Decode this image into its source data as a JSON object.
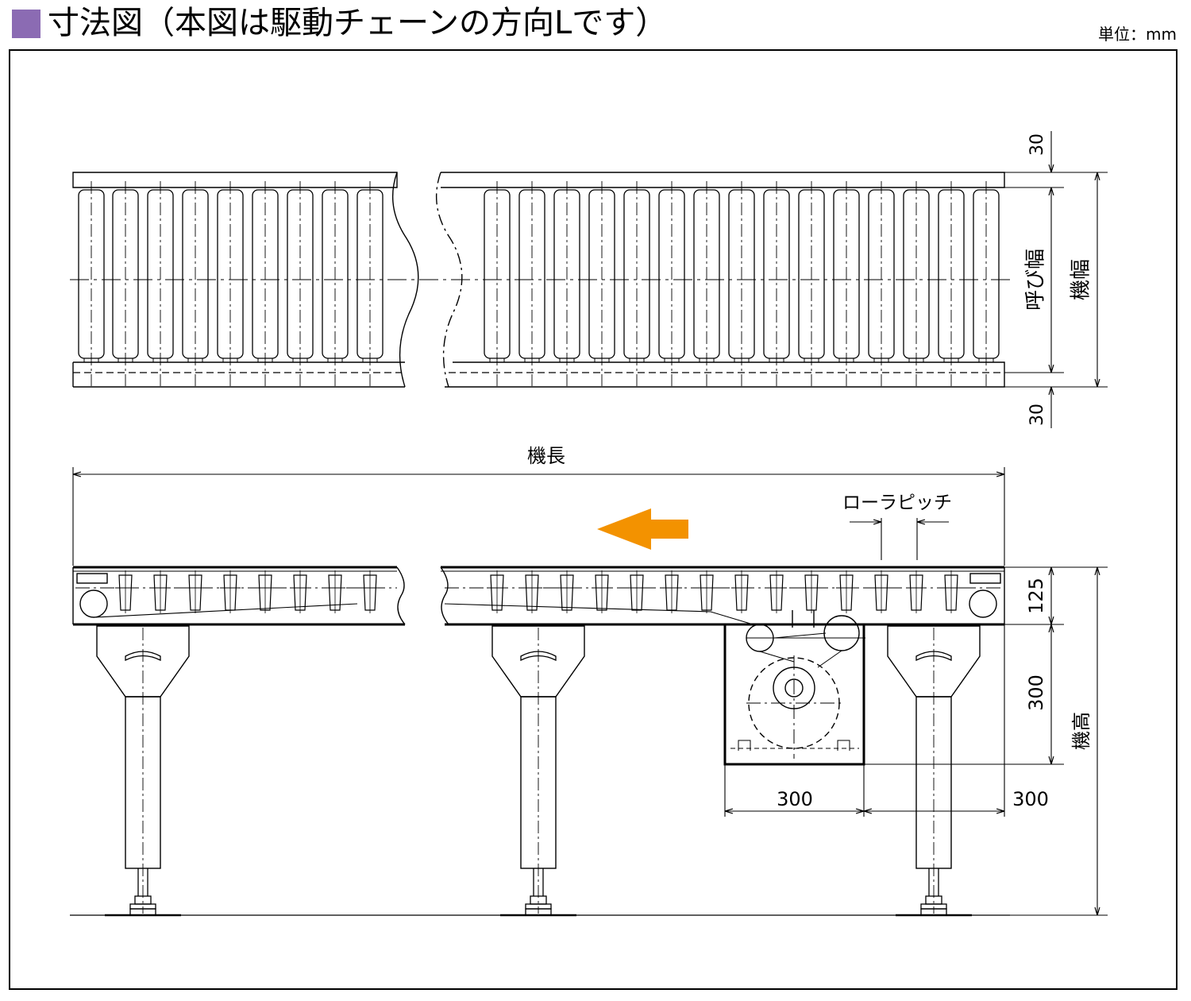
{
  "header": {
    "title": "寸法図（本図は駆動チェーンの方向Lです）",
    "unit": "単位：mm"
  },
  "colors": {
    "title_square": "#8b6bb3",
    "arrow": "#f39200",
    "line": "#000000"
  },
  "labels": {
    "dim_30_top": "30",
    "dim_30_bottom": "30",
    "nominal_width": "呼び幅",
    "machine_width": "機幅",
    "machine_length": "機長",
    "roller_pitch": "ローラピッチ",
    "dim_125": "125",
    "dim_300_vertical": "300",
    "machine_height": "機高",
    "dim_300_drive": "300",
    "dim_300_offset": "300"
  },
  "icons": {
    "direction": "arrow-left-icon"
  }
}
